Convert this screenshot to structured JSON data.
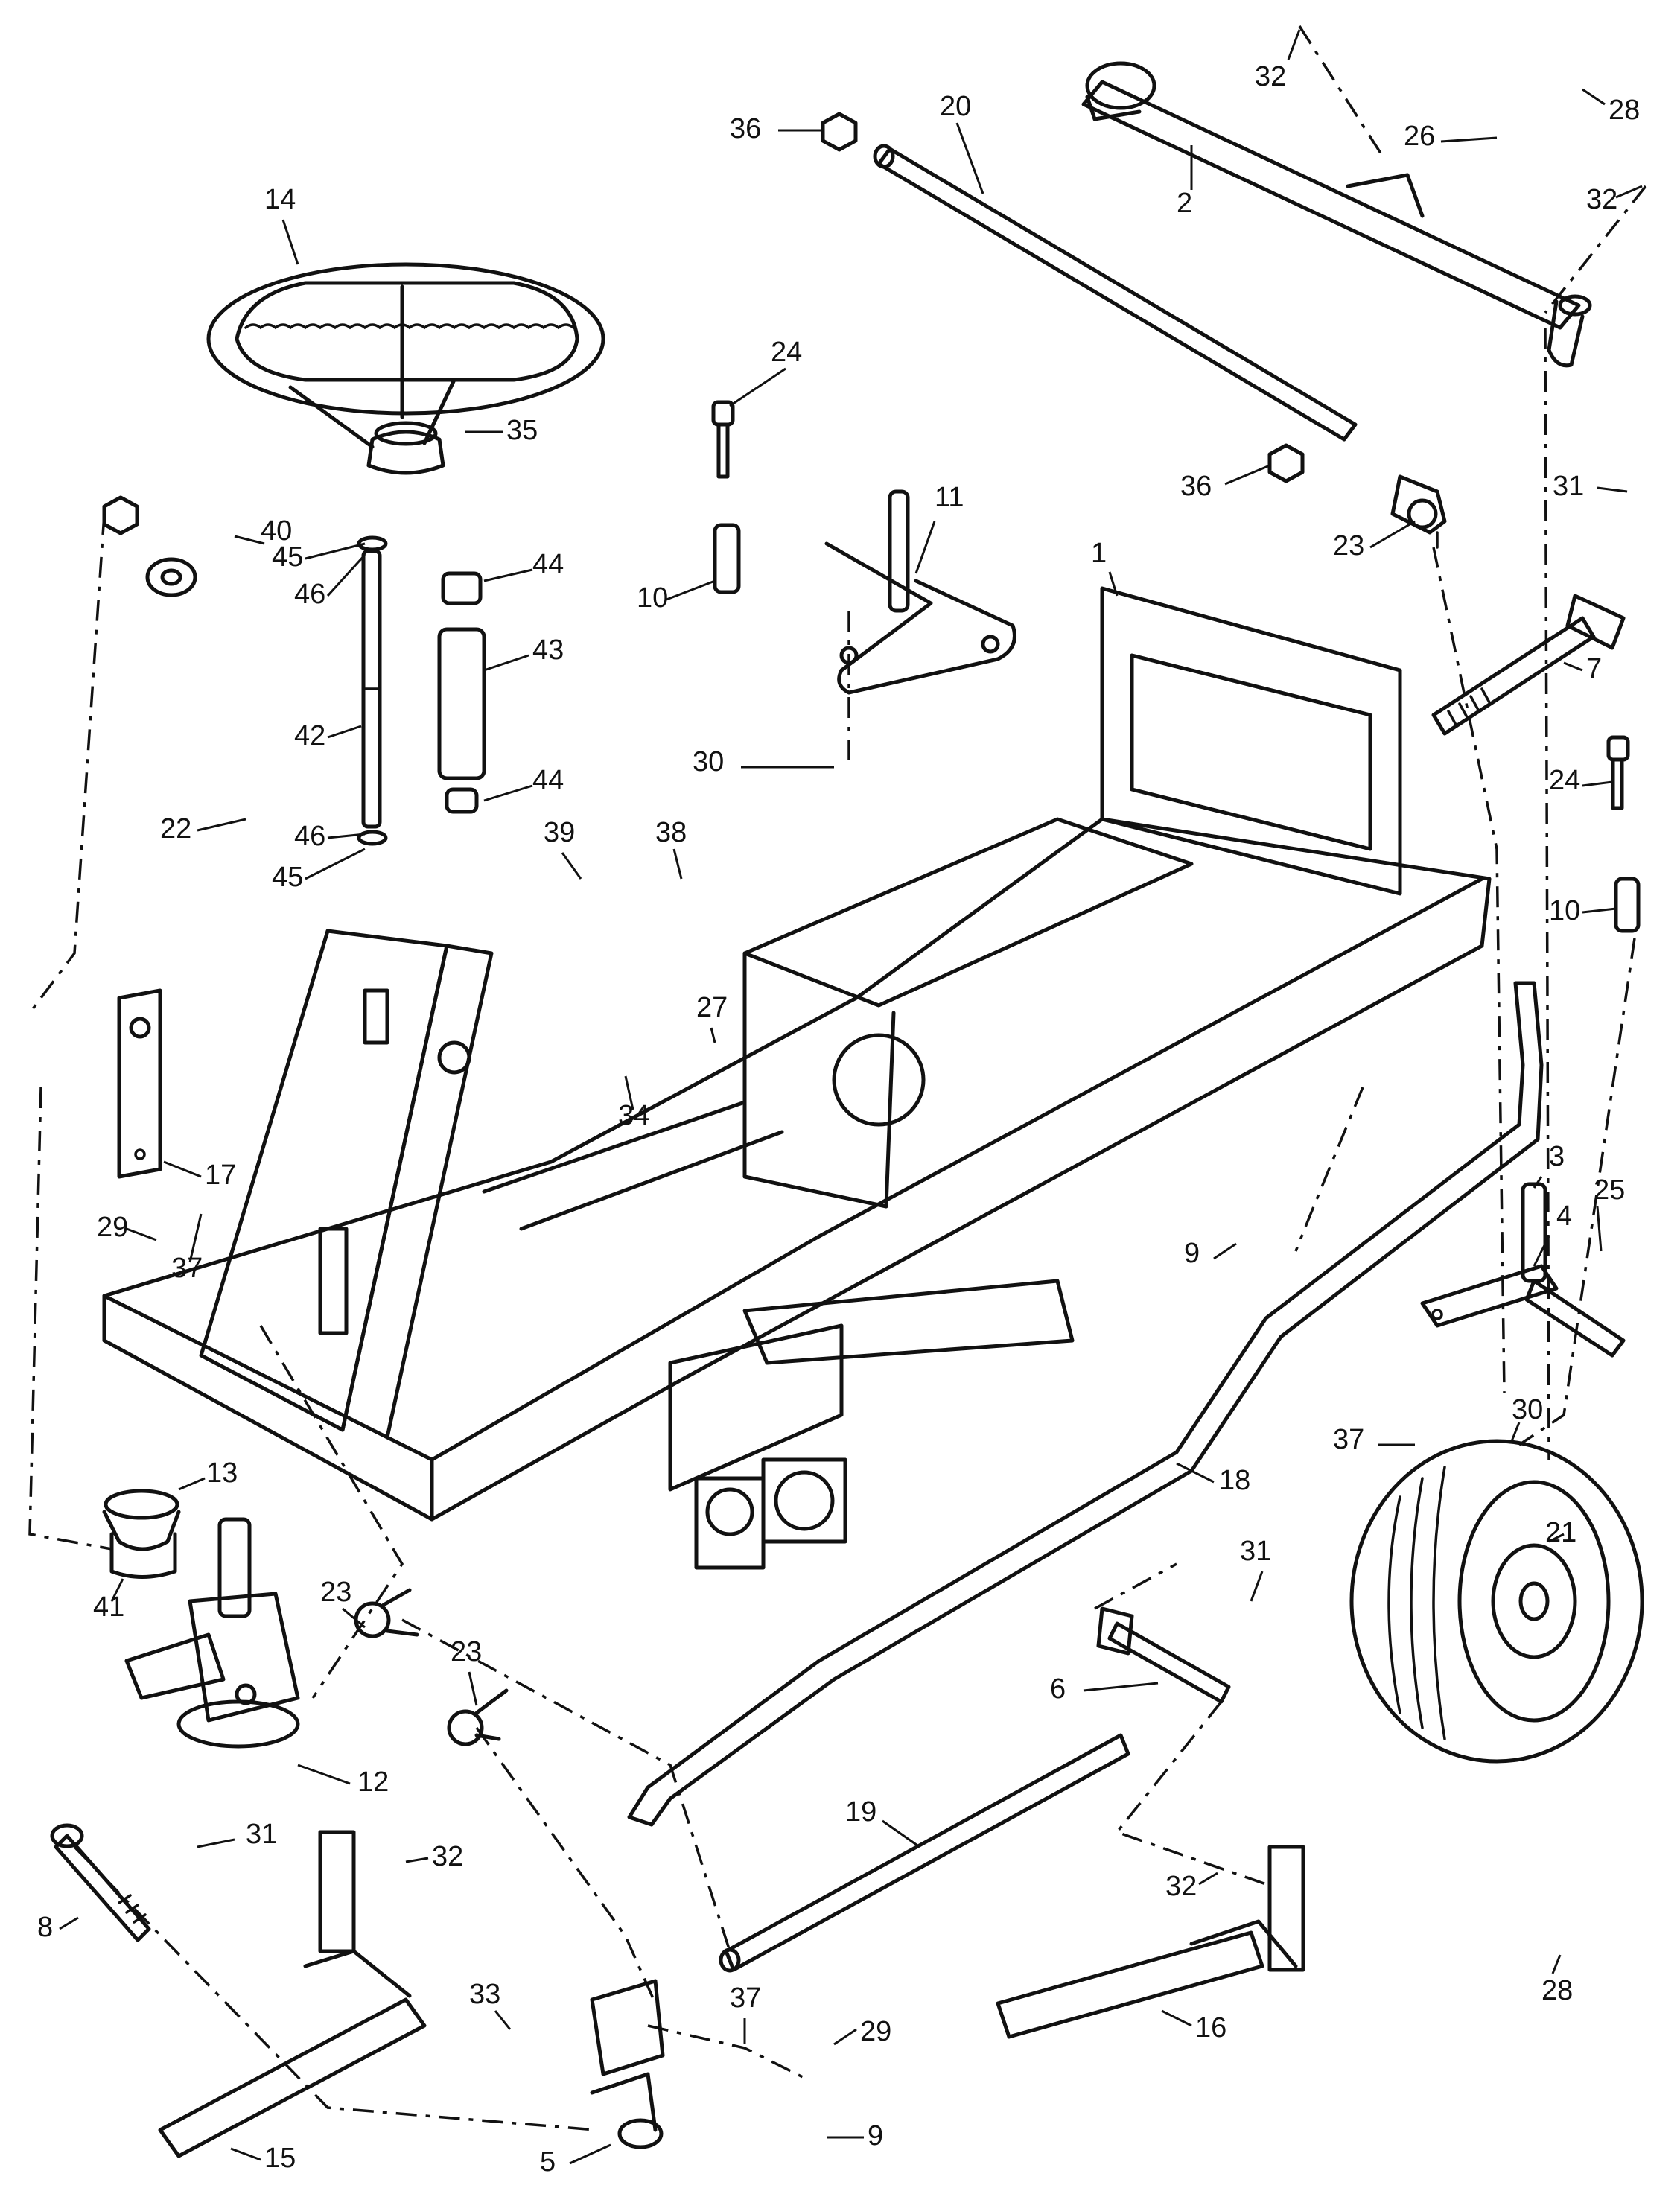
{
  "diagram": {
    "callouts": [
      {
        "id": "c1",
        "label": "1"
      },
      {
        "id": "c2",
        "label": "2"
      },
      {
        "id": "c3",
        "label": "3"
      },
      {
        "id": "c4",
        "label": "4"
      },
      {
        "id": "c5",
        "label": "5"
      },
      {
        "id": "c6",
        "label": "6"
      },
      {
        "id": "c7",
        "label": "7"
      },
      {
        "id": "c8",
        "label": "8"
      },
      {
        "id": "c9a",
        "label": "9"
      },
      {
        "id": "c9b",
        "label": "9"
      },
      {
        "id": "c10a",
        "label": "10"
      },
      {
        "id": "c10b",
        "label": "10"
      },
      {
        "id": "c11",
        "label": "11"
      },
      {
        "id": "c12",
        "label": "12"
      },
      {
        "id": "c13",
        "label": "13"
      },
      {
        "id": "c14",
        "label": "14"
      },
      {
        "id": "c15",
        "label": "15"
      },
      {
        "id": "c16",
        "label": "16"
      },
      {
        "id": "c17",
        "label": "17"
      },
      {
        "id": "c18",
        "label": "18"
      },
      {
        "id": "c19",
        "label": "19"
      },
      {
        "id": "c20",
        "label": "20"
      },
      {
        "id": "c21",
        "label": "21"
      },
      {
        "id": "c22",
        "label": "22"
      },
      {
        "id": "c23a",
        "label": "23"
      },
      {
        "id": "c23b",
        "label": "23"
      },
      {
        "id": "c23c",
        "label": "23"
      },
      {
        "id": "c24a",
        "label": "24"
      },
      {
        "id": "c24b",
        "label": "24"
      },
      {
        "id": "c25",
        "label": "25"
      },
      {
        "id": "c26",
        "label": "26"
      },
      {
        "id": "c27",
        "label": "27"
      },
      {
        "id": "c28a",
        "label": "28"
      },
      {
        "id": "c28b",
        "label": "28"
      },
      {
        "id": "c29a",
        "label": "29"
      },
      {
        "id": "c29b",
        "label": "29"
      },
      {
        "id": "c30a",
        "label": "30"
      },
      {
        "id": "c30b",
        "label": "30"
      },
      {
        "id": "c31a",
        "label": "31"
      },
      {
        "id": "c31b",
        "label": "31"
      },
      {
        "id": "c31c",
        "label": "31"
      },
      {
        "id": "c32a",
        "label": "32"
      },
      {
        "id": "c32b",
        "label": "32"
      },
      {
        "id": "c32c",
        "label": "32"
      },
      {
        "id": "c32d",
        "label": "32"
      },
      {
        "id": "c33",
        "label": "33"
      },
      {
        "id": "c34",
        "label": "34"
      },
      {
        "id": "c35",
        "label": "35"
      },
      {
        "id": "c36a",
        "label": "36"
      },
      {
        "id": "c36b",
        "label": "36"
      },
      {
        "id": "c37a",
        "label": "37"
      },
      {
        "id": "c37b",
        "label": "37"
      },
      {
        "id": "c37c",
        "label": "37"
      },
      {
        "id": "c38",
        "label": "38"
      },
      {
        "id": "c39",
        "label": "39"
      },
      {
        "id": "c40",
        "label": "40"
      },
      {
        "id": "c41",
        "label": "41"
      },
      {
        "id": "c42",
        "label": "42"
      },
      {
        "id": "c43",
        "label": "43"
      },
      {
        "id": "c44a",
        "label": "44"
      },
      {
        "id": "c44b",
        "label": "44"
      },
      {
        "id": "c45a",
        "label": "45"
      },
      {
        "id": "c45b",
        "label": "45"
      },
      {
        "id": "c46a",
        "label": "46"
      },
      {
        "id": "c46b",
        "label": "46"
      }
    ]
  }
}
